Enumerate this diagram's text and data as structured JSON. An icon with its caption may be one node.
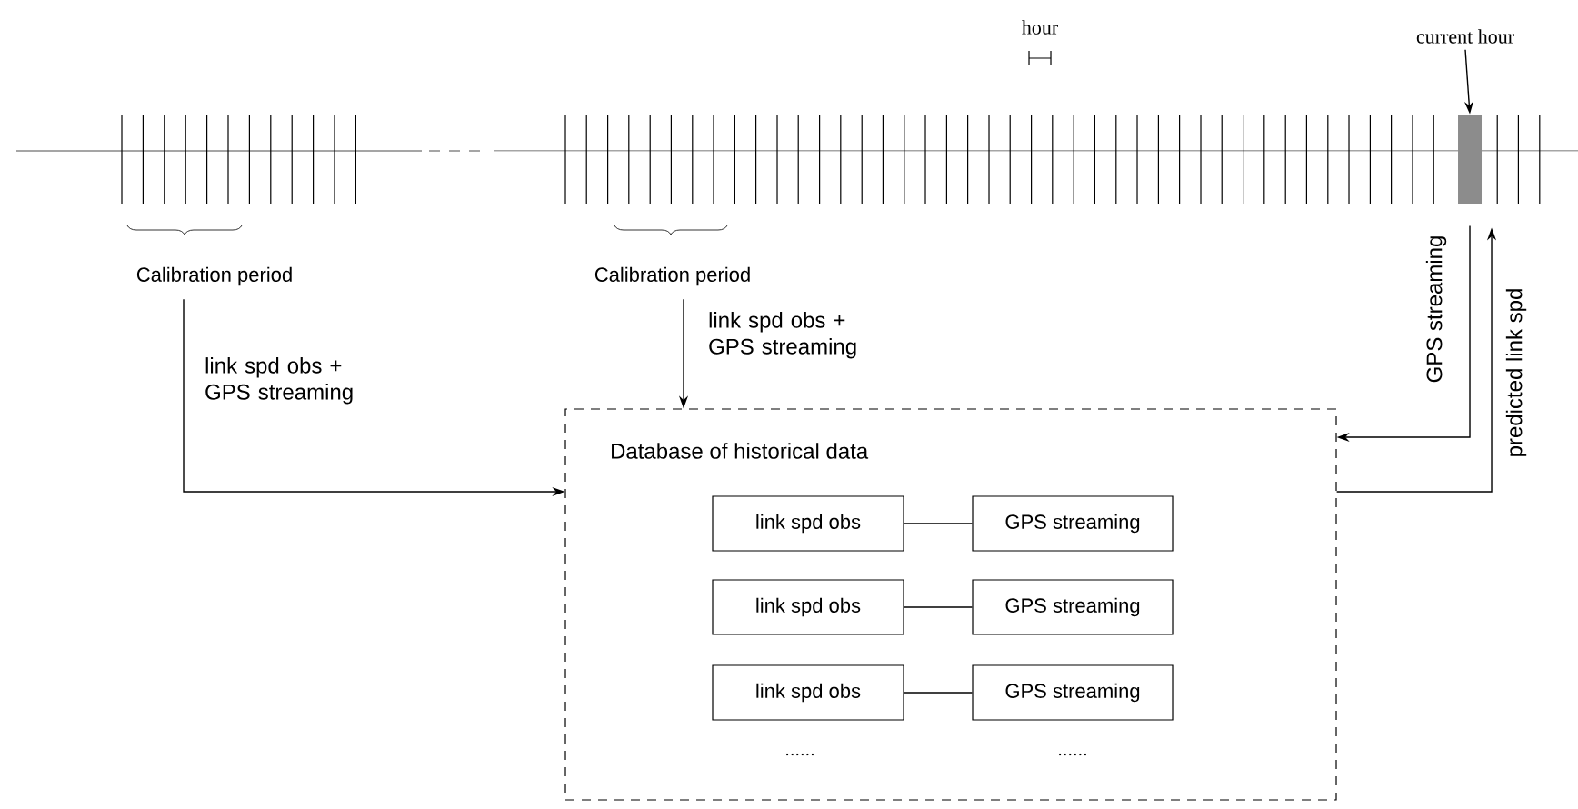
{
  "diagram": {
    "nodes": [
      {
        "text": [
          "Calibration period"
        ]
      },
      {
        "text": [
          "Calibration period"
        ]
      },
      {
        "text": [
          "current hour"
        ]
      },
      {
        "text": [],
        "shape": "bar"
      },
      {
        "text": [
          "Database of historical data"
        ]
      },
      {
        "text": [
          "link spd obs"
        ],
        "in": 4
      },
      {
        "text": [
          "GPS streaming"
        ],
        "in": 4
      },
      {
        "text": [
          "link spd obs"
        ],
        "in": 4
      },
      {
        "text": [
          "GPS streaming"
        ],
        "in": 4
      },
      {
        "text": [
          "link spd obs"
        ],
        "in": 4
      },
      {
        "text": [
          "GPS streaming"
        ],
        "in": 4
      }
    ],
    "edges": [
      {
        "from": 0,
        "to": 4,
        "arrow": "to",
        "label": "link spd obs + GPS streaming"
      },
      {
        "from": 1,
        "to": 4,
        "arrow": "to",
        "label": "link spd obs + GPS streaming"
      },
      {
        "from": 2,
        "to": 3,
        "arrow": "to"
      },
      {
        "from": 3,
        "to": 4,
        "arrow": "to",
        "label": "GPS streaming"
      },
      {
        "from": 4,
        "to": 3,
        "arrow": "to",
        "label": "predicted link spd"
      },
      {
        "from": 5,
        "to": 6,
        "arrow": "none"
      },
      {
        "from": 7,
        "to": 8,
        "arrow": "none"
      },
      {
        "from": 9,
        "to": 10,
        "arrow": "none"
      }
    ],
    "labels": [
      "hour",
      "......",
      "......"
    ]
  }
}
